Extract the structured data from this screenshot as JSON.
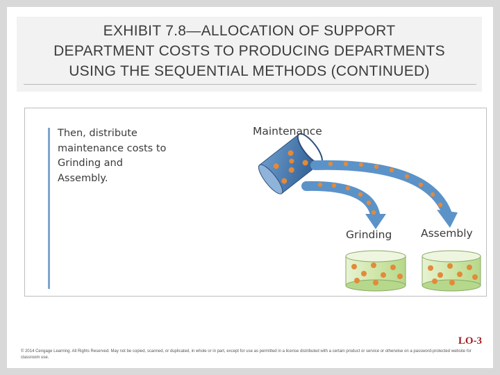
{
  "title": "EXHIBIT 7.8—ALLOCATION OF SUPPORT\nDEPARTMENT COSTS TO PRODUCING DEPARTMENTS\nUSING THE SEQUENTIAL METHODS (CONTINUED)",
  "figure": {
    "caption": "Then, distribute\nmaintenance costs to\nGrinding and\nAssembly.",
    "source_label": "Maintenance",
    "targets": [
      "Grinding",
      "Assembly"
    ],
    "colors": {
      "accent_bar": "#7fa4cd",
      "can_blue": "#3d6ea6",
      "dot_orange": "#e38a3a",
      "arrow_blue": "#5b93c9",
      "jar_green": "#cfe6a8"
    },
    "icons": [
      "pouring-can-icon",
      "arrow-to-grinding-icon",
      "arrow-to-assembly-icon",
      "grinding-jar-icon",
      "assembly-jar-icon"
    ]
  },
  "lo_badge": "LO-3",
  "copyright": "© 2014 Cengage Learning. All Rights Reserved. May not be copied, scanned, or duplicated, in whole or in part, except for use as permitted in a license distributed with a certain product or service or otherwise on a password-protected website for classroom use."
}
